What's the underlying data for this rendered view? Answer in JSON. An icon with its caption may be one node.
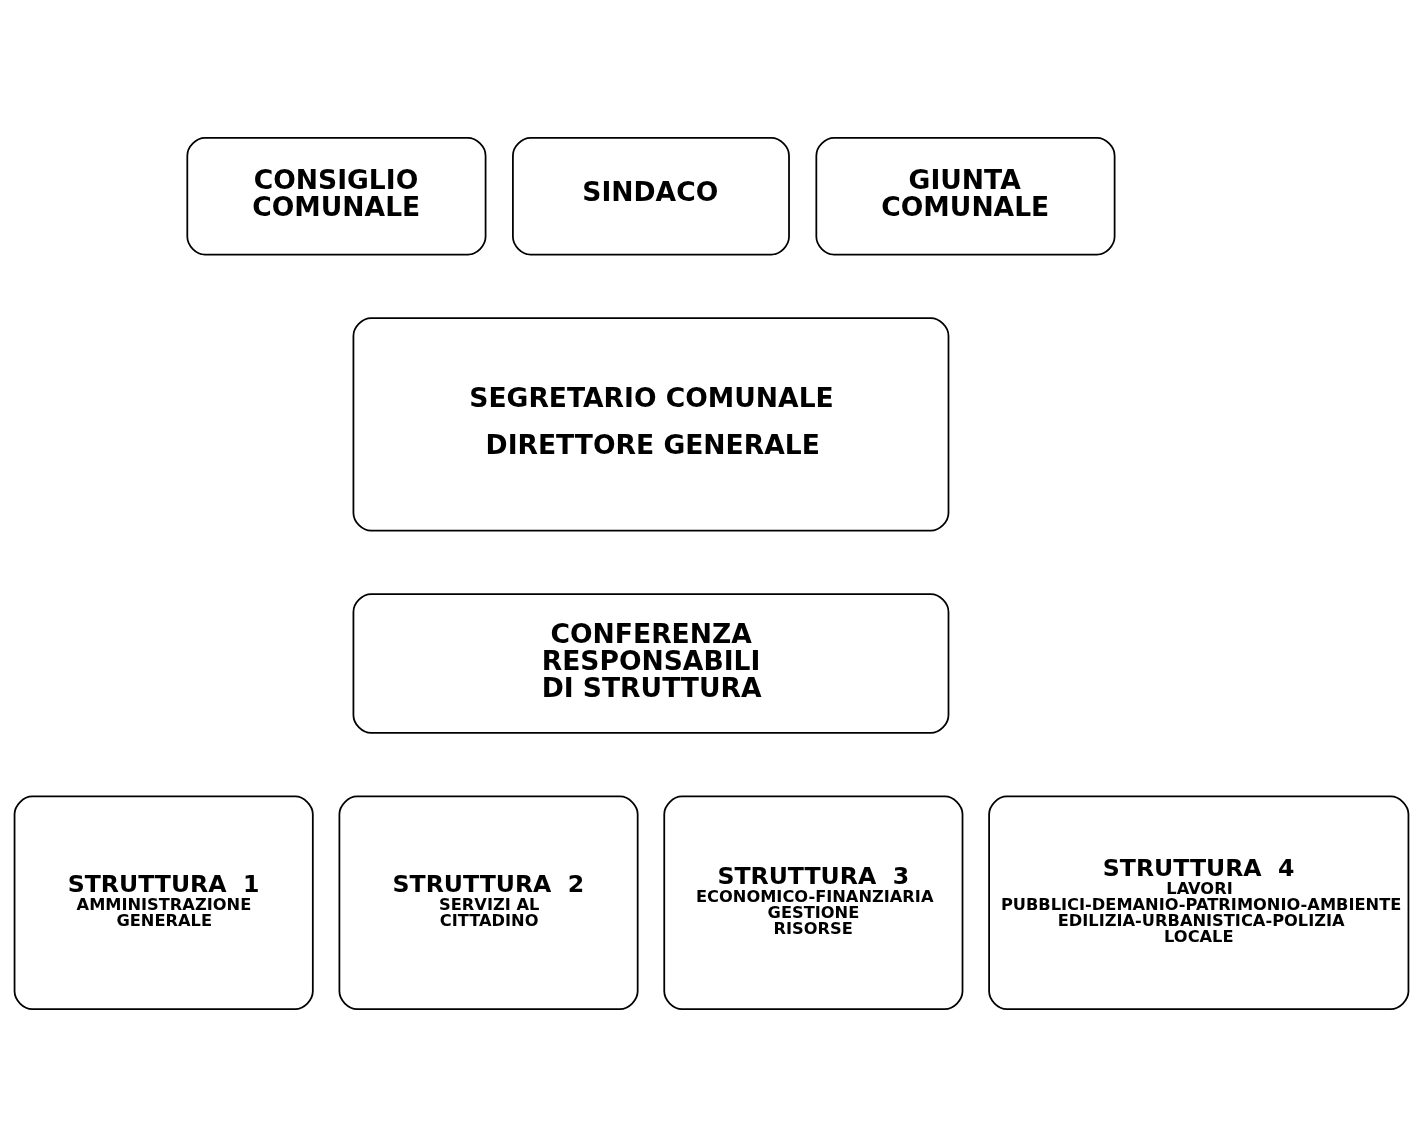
{
  "diagram": {
    "nodes": [
      {
        "text": [
          "SINDACO"
        ]
      },
      {
        "text": [
          "CONSIGLIO COMUNALE"
        ]
      },
      {
        "text": [
          "GIUNTA COMUNALE"
        ]
      },
      {
        "text": [
          "SEGRETARIO COMUNALE",
          "DIRETTORE GENERALE"
        ]
      },
      {
        "text": [
          "CONFERENZA RESPONSABILI DI STRUTTURA"
        ]
      },
      {
        "text": [
          "STRUTTURA  1",
          "AMMINISTRAZIONE GENERALE"
        ]
      },
      {
        "text": [
          "STRUTTURA  2",
          "SERVIZI AL CITTADINO"
        ]
      },
      {
        "text": [
          "STRUTTURA  3",
          "ECONOMICO-FINANZIARIA GESTIONE RISORSE"
        ]
      },
      {
        "text": [
          "STRUTTURA  4",
          "LAVORI PUBBLICI-DEMANIO-PATRIMONIO-AMBIENTE EDILIZIA-URBANISTICA-POLIZIA LOCALE"
        ]
      }
    ]
  }
}
